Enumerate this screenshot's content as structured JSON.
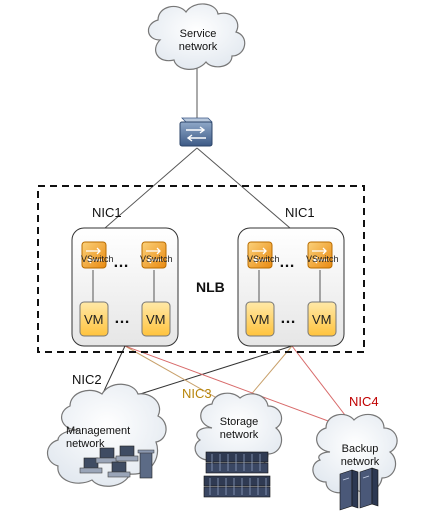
{
  "clouds": {
    "service": "Service\nnetwork",
    "management": "Management\nnetwork",
    "storage": "Storage\nnetwork",
    "backup": "Backup\nnetwork"
  },
  "nics": {
    "nic1_left": "NIC1",
    "nic1_right": "NIC1",
    "nic2": "NIC2",
    "nic3": "NIC3",
    "nic4": "NIC4"
  },
  "nlb_label": "NLB",
  "hosts": [
    {
      "vswitches": [
        "VSwitch",
        "VSwitch"
      ],
      "vms": [
        "VM",
        "VM"
      ],
      "ellipsis": "…"
    },
    {
      "vswitches": [
        "VSwitch",
        "VSwitch"
      ],
      "vms": [
        "VM",
        "VM"
      ],
      "ellipsis": "…"
    }
  ],
  "colors": {
    "nic3_line": "#c8a06a",
    "nic4_line": "#d86a6a",
    "nic3_text": "#b8860b",
    "nic4_text": "#c00000",
    "vm_fill": "#ffcc55",
    "vswitch_fill": "#f5a623",
    "host_fill": "#f0f0f0"
  }
}
